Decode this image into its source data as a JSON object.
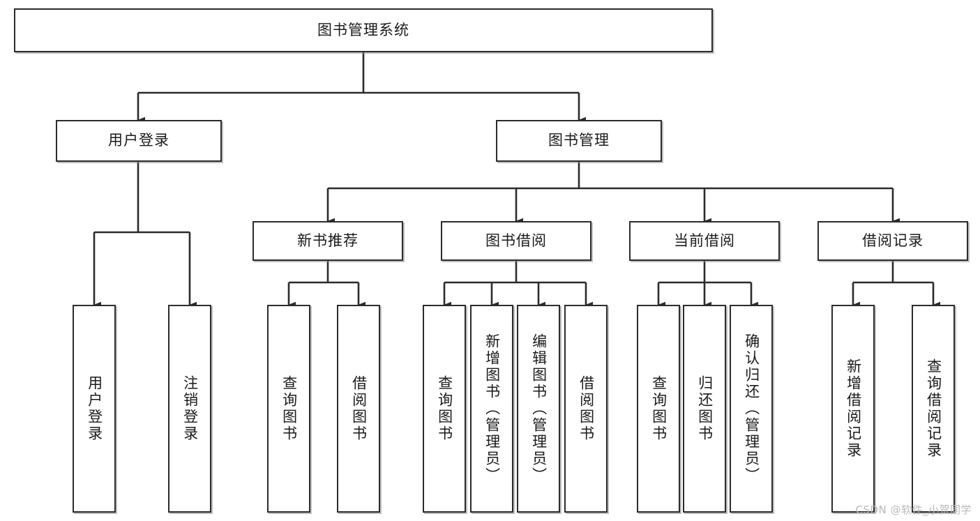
{
  "diagram": {
    "type": "tree-flowchart",
    "title": "图书管理系统",
    "watermark": "CSDN @软件_小贺同学",
    "colors": {
      "stroke": "#2b2b2b",
      "fill": "#ffffff",
      "shadow": "#8c8c8c",
      "watermark": "#b9b9b9"
    },
    "nodes": {
      "root": "图书管理系统",
      "level2": [
        "用户登录",
        "图书管理"
      ],
      "level3": [
        "新书推荐",
        "图书借阅",
        "当前借阅",
        "借阅记录"
      ],
      "leaves": {
        "user_login": [
          "用户登录",
          "注销登录"
        ],
        "new_book": [
          "查询图书",
          "借阅图书"
        ],
        "book_borrow": [
          "查询图书",
          "新增图书（管理员）",
          "编辑图书（管理员）",
          "借阅图书"
        ],
        "current_borrow": [
          "查询图书",
          "归还图书",
          "确认归还（管理员）"
        ],
        "borrow_record": [
          "新增借阅记录",
          "查询借阅记录"
        ]
      }
    },
    "edges": [
      {
        "from": "图书管理系统",
        "to": "用户登录"
      },
      {
        "from": "图书管理系统",
        "to": "图书管理"
      },
      {
        "from": "图书管理",
        "to": "新书推荐"
      },
      {
        "from": "图书管理",
        "to": "图书借阅"
      },
      {
        "from": "图书管理",
        "to": "当前借阅"
      },
      {
        "from": "图书管理",
        "to": "借阅记录"
      },
      {
        "from": "用户登录",
        "to": "用户登录"
      },
      {
        "from": "用户登录",
        "to": "注销登录"
      },
      {
        "from": "新书推荐",
        "to": "查询图书"
      },
      {
        "from": "新书推荐",
        "to": "借阅图书"
      },
      {
        "from": "图书借阅",
        "to": "查询图书"
      },
      {
        "from": "图书借阅",
        "to": "新增图书（管理员）"
      },
      {
        "from": "图书借阅",
        "to": "编辑图书（管理员）"
      },
      {
        "from": "图书借阅",
        "to": "借阅图书"
      },
      {
        "from": "当前借阅",
        "to": "查询图书"
      },
      {
        "from": "当前借阅",
        "to": "归还图书"
      },
      {
        "from": "当前借阅",
        "to": "确认归还（管理员）"
      },
      {
        "from": "借阅记录",
        "to": "新增借阅记录"
      },
      {
        "from": "借阅记录",
        "to": "查询借阅记录"
      }
    ]
  }
}
